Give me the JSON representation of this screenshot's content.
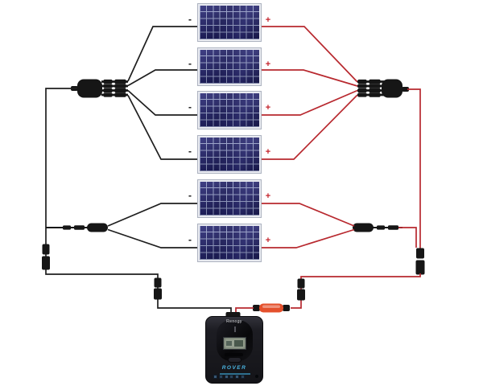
{
  "labels": {
    "negative": "-",
    "positive": "+"
  },
  "panels": {
    "count": 6
  },
  "controller": {
    "brand": "Renogy",
    "model": "ROVER"
  },
  "icons": {
    "branch_connector_4": "4-port-branch-connector",
    "branch_connector_2": "2-port-branch-connector",
    "mc4_coupler": "mc4-connector-pair",
    "inline_fuse": "inline-fuse",
    "solar_panel": "solar-panel",
    "charge_controller": "mppt-charge-controller"
  },
  "colors": {
    "wire_negative": "#1f1f1f",
    "wire_positive": "#b8292f",
    "connector_black": "#161616",
    "panel_cell": "#23236b",
    "panel_grid": "#98a1ca",
    "panel_frame": "#e8eaf0",
    "panel_frame_border": "#adb3c0",
    "label_negative": "#141414",
    "label_positive": "#c4232b",
    "fuse_orange": "#e4502c",
    "accent_blue": "#4ab5e2",
    "lcd_green": "#96a191"
  }
}
